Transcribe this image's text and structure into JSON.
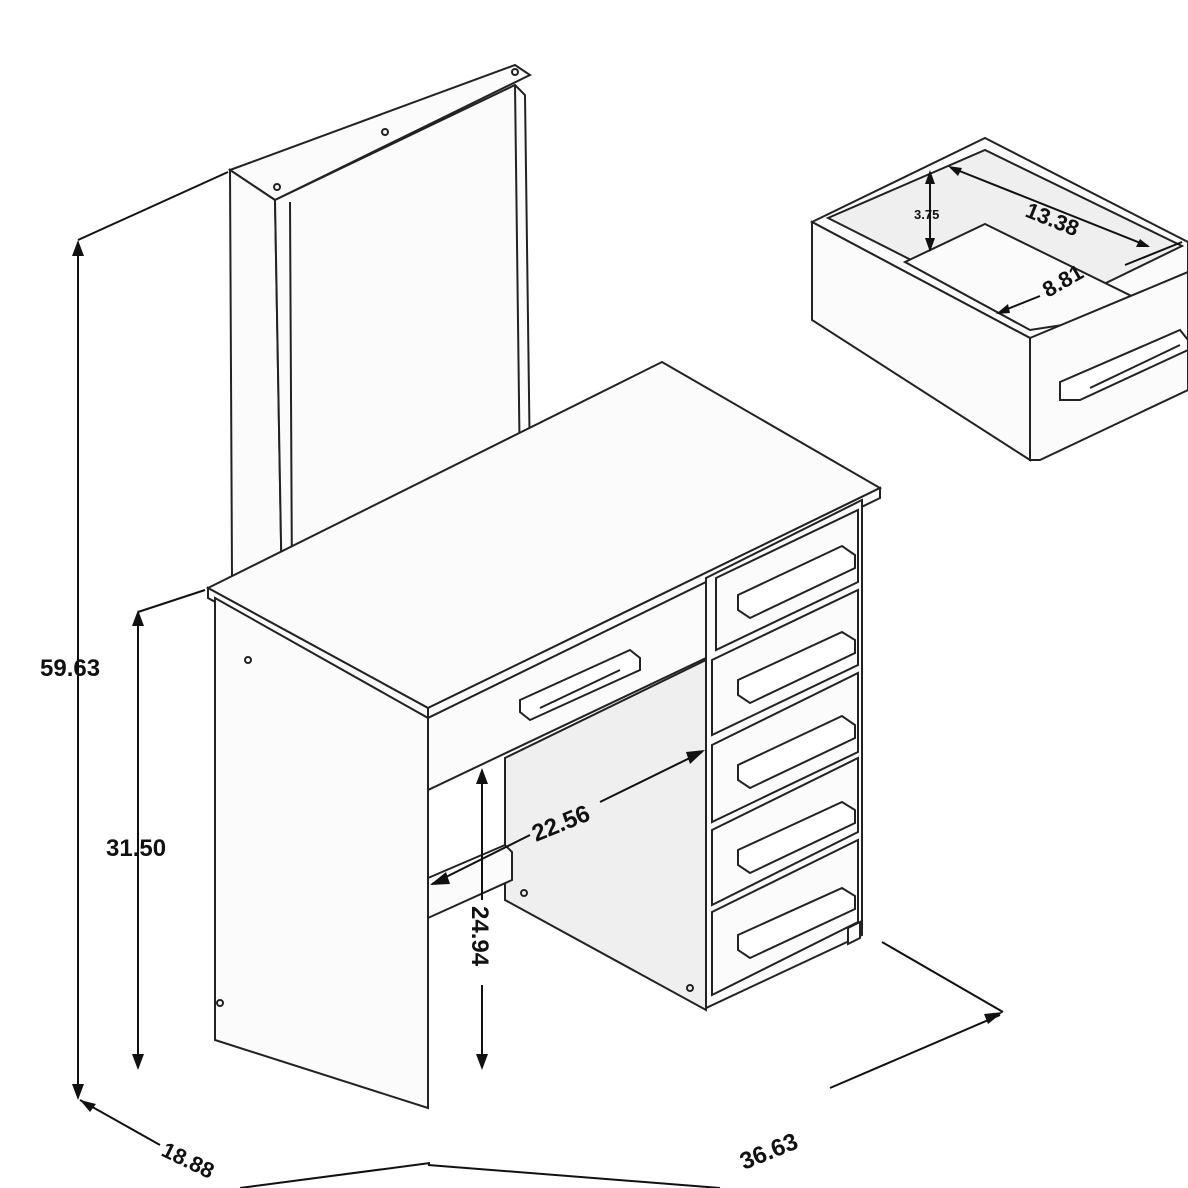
{
  "dimensions": {
    "total_height": "59.63",
    "desk_height": "31.50",
    "knee_clearance_height": "24.94",
    "knee_clearance_width": "22.56",
    "total_width": "36.63",
    "depth": "18.88",
    "drawer_inner_height": "3.75",
    "drawer_inner_width": "13.38",
    "drawer_inner_depth": "8.81"
  },
  "colors": {
    "line": "#222222",
    "background": "#ffffff"
  }
}
